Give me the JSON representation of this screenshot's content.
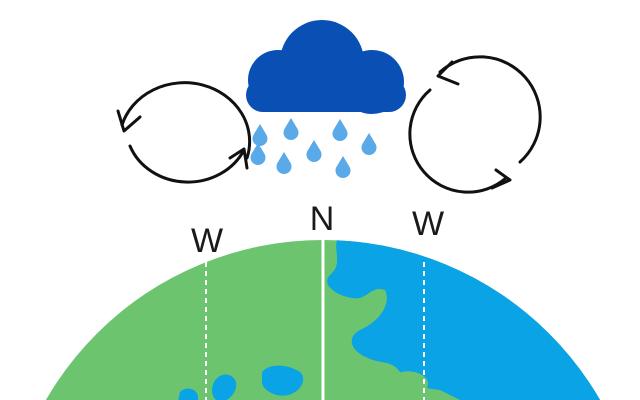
{
  "labels": {
    "center": "N",
    "left": "W",
    "right": "W"
  },
  "colors": {
    "cloud": "#0a4fb4",
    "raindrop": "#5aa9e8",
    "land": "#6cc46e",
    "ocean": "#0aa3e6",
    "arrow": "#111111",
    "meridian": "#ffffff"
  },
  "icons": [
    "rain-cloud-icon",
    "raindrop-icon",
    "circulation-arrow-icon"
  ]
}
